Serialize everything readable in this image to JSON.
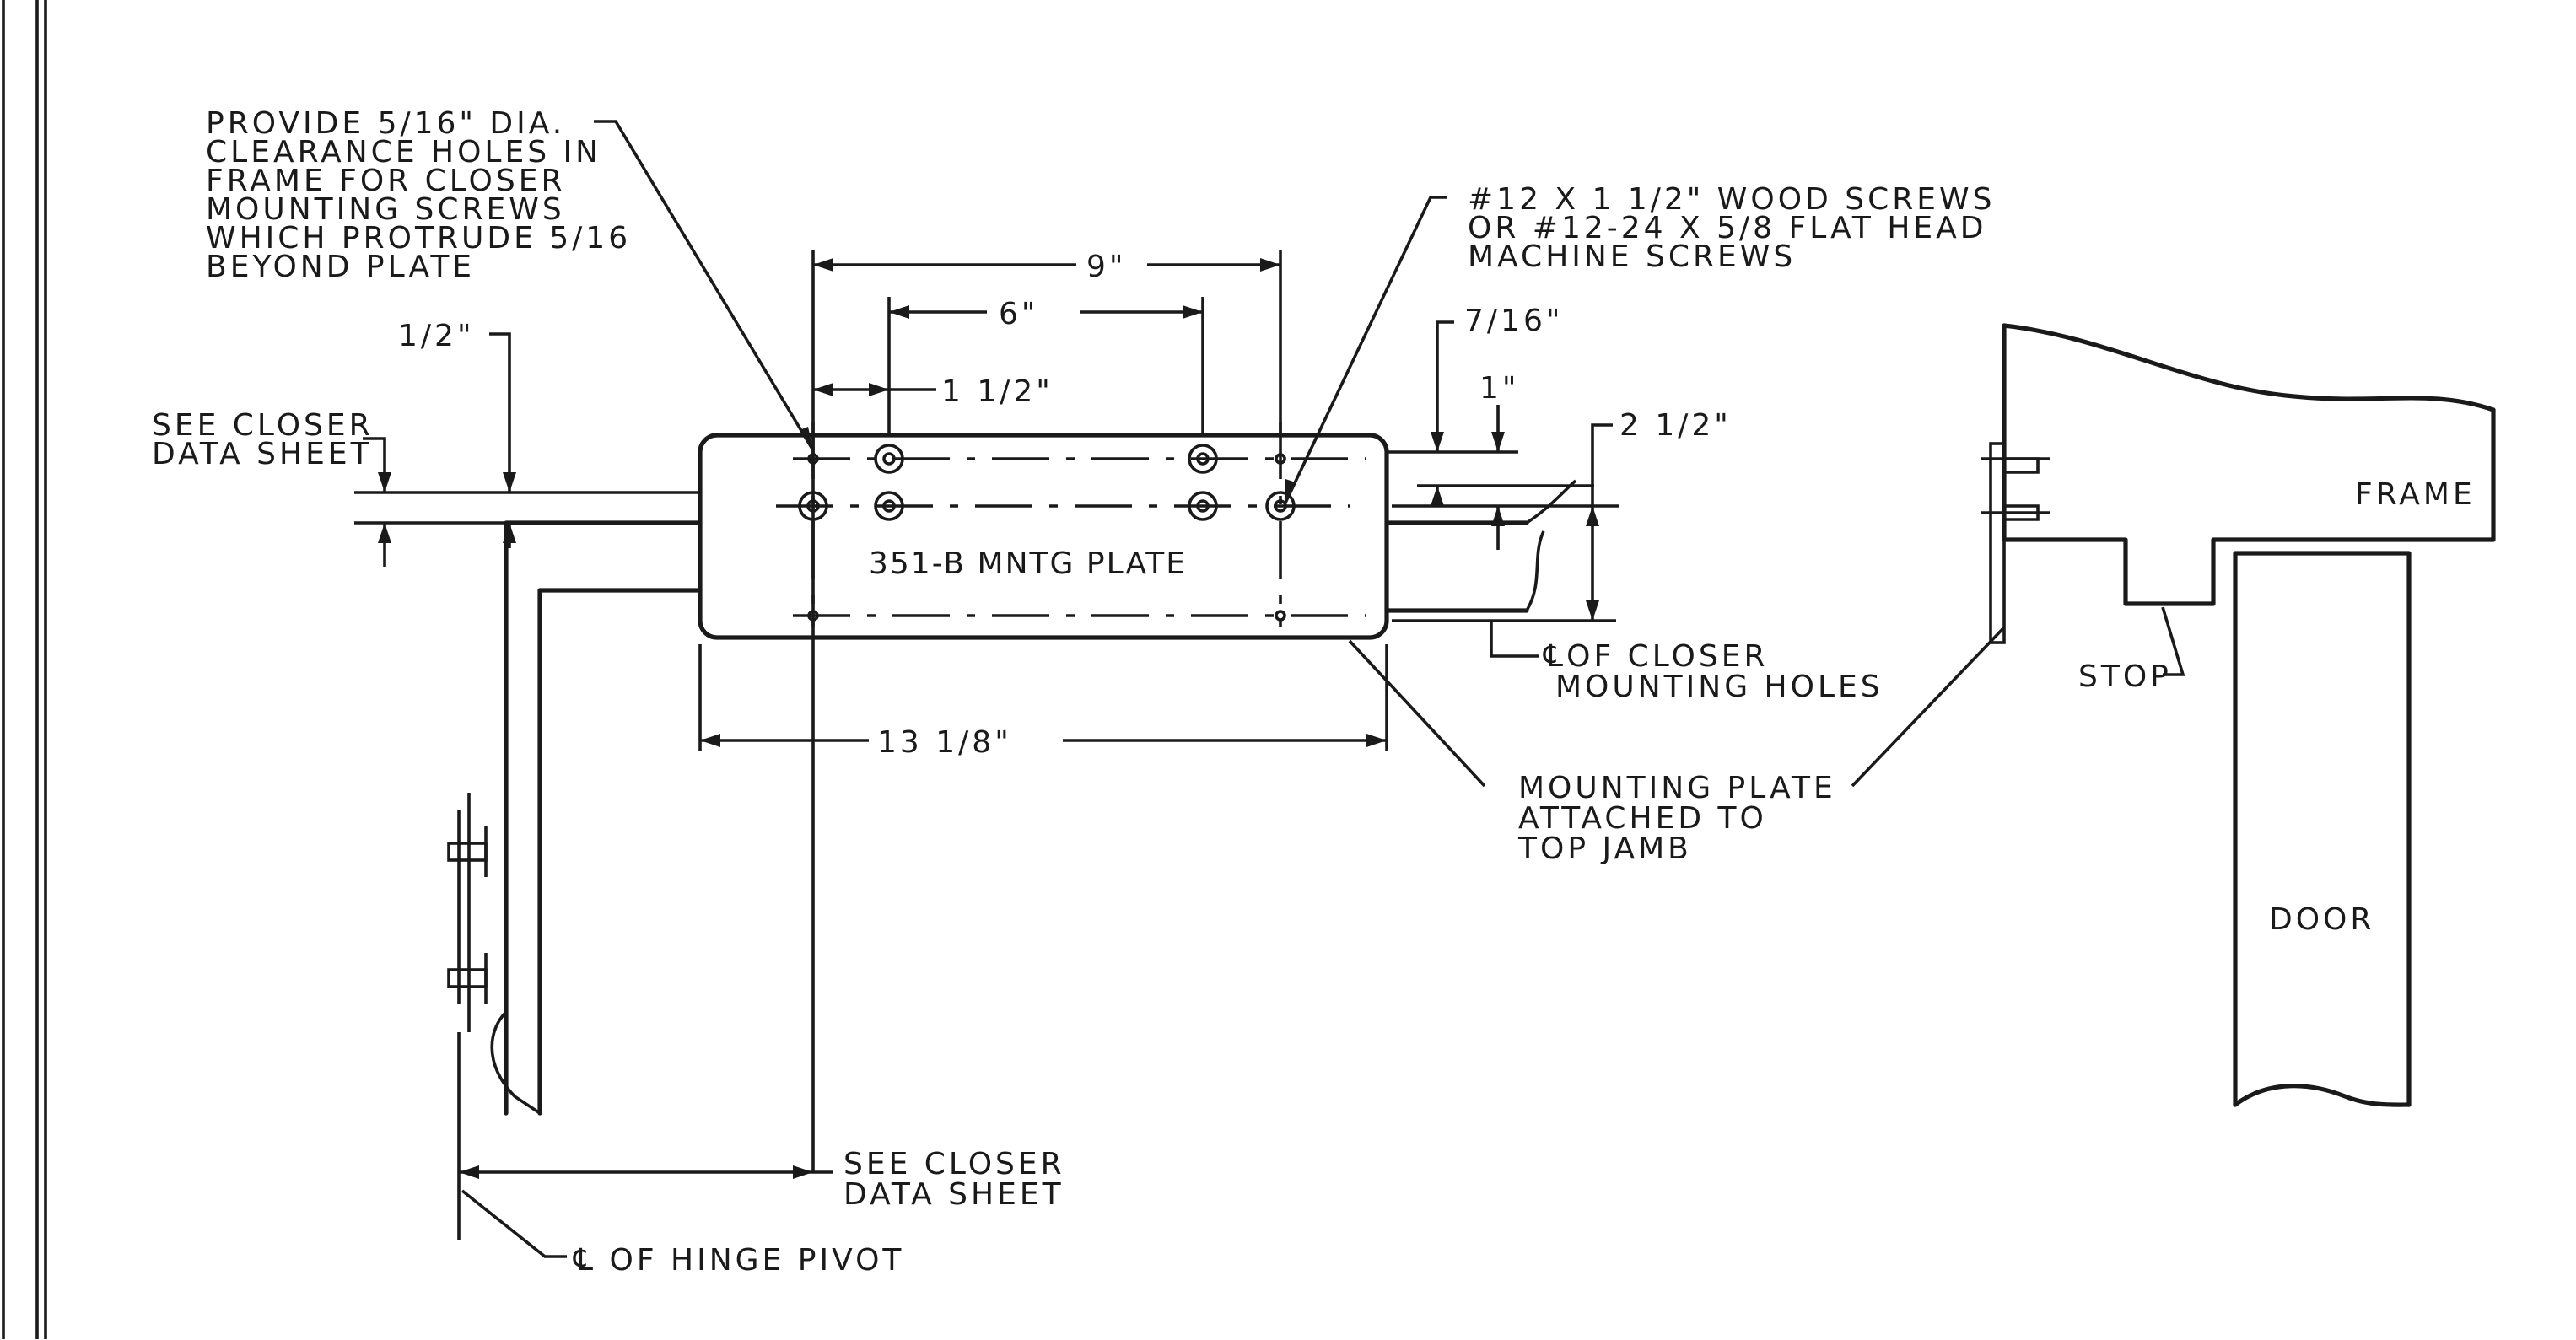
{
  "notes": {
    "clearance_holes": [
      "PROVIDE 5/16\" DIA.",
      "CLEARANCE HOLES IN",
      "FRAME FOR CLOSER",
      "MOUNTING SCREWS",
      "WHICH PROTRUDE 5/16",
      "BEYOND PLATE"
    ],
    "screws": [
      "#12 X 1 1/2\" WOOD SCREWS",
      "OR #12-24 X 5/8 FLAT HEAD",
      "MACHINE SCREWS"
    ],
    "see_closer_left": [
      "SEE CLOSER",
      "DATA SHEET"
    ],
    "see_closer_bottom": [
      "SEE CLOSER",
      "DATA SHEET"
    ],
    "centerline_holes": [
      "℄OF CLOSER",
      "MOUNTING HOLES"
    ],
    "mounting_plate": [
      "MOUNTING PLATE",
      "ATTACHED TO",
      "TOP JAMB"
    ],
    "hinge_pivot": "℄ OF HINGE PIVOT"
  },
  "dimensions": {
    "d9": "9\"",
    "d6": "6\"",
    "d1_5": "1 1/2\"",
    "d7_16": "7/16\"",
    "d1": "1\"",
    "d2_5": "2 1/2\"",
    "d1_2": "1/2\"",
    "d13_1_8": "13 1/8\""
  },
  "labels": {
    "plate": "351-B MNTG PLATE",
    "frame": "FRAME",
    "stop": "STOP",
    "door": "DOOR"
  }
}
